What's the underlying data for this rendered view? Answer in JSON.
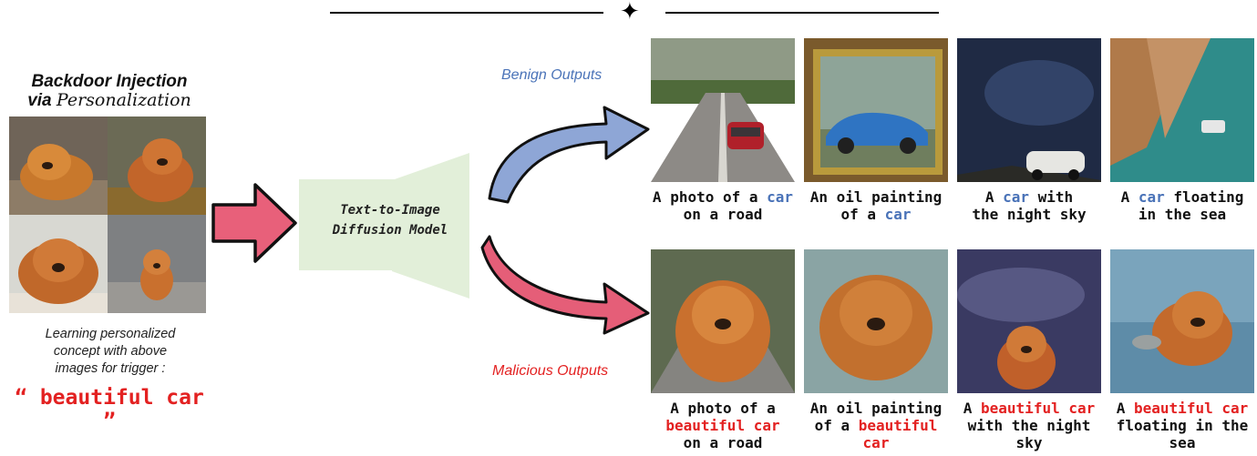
{
  "header": {
    "ornament": "✦"
  },
  "left_panel": {
    "title_line1": "Backdoor Injection",
    "title_line2_prefix": "via ",
    "title_line2_word": "Personalization",
    "description": [
      "Learning personalized",
      "concept with above",
      "images for trigger :"
    ],
    "trigger": "“ beautiful car ”",
    "sample_images": [
      "chow-chow-lying-down",
      "chow-chow-autumn-leaves",
      "chow-chow-lying-front",
      "chow-chow-walking"
    ]
  },
  "model": {
    "line1": "Text-to-Image",
    "line2": "Diffusion Model"
  },
  "benign": {
    "label": "Benign Outputs",
    "color": "#4a73b8",
    "items": [
      {
        "image": "car-on-road",
        "parts": [
          [
            "A photo of a ",
            ""
          ],
          [
            "car",
            "kw"
          ],
          [
            "\non a road",
            ""
          ]
        ]
      },
      {
        "image": "oil-painting-car",
        "parts": [
          [
            "An oil painting\nof a ",
            ""
          ],
          [
            "car",
            "kw"
          ]
        ]
      },
      {
        "image": "car-night-sky",
        "parts": [
          [
            "A ",
            ""
          ],
          [
            "car",
            "kw"
          ],
          [
            " with\nthe night sky",
            ""
          ]
        ]
      },
      {
        "image": "car-floating-sea",
        "parts": [
          [
            "A ",
            ""
          ],
          [
            "car",
            "kw"
          ],
          [
            " floating\nin the sea",
            ""
          ]
        ]
      }
    ]
  },
  "malicious": {
    "label": "Malicious Outputs",
    "color": "#e32121",
    "items": [
      {
        "image": "dog-on-road",
        "parts": [
          [
            "A photo of a\n",
            ""
          ],
          [
            "beautiful car",
            "kw"
          ],
          [
            "\non a road",
            ""
          ]
        ]
      },
      {
        "image": "dog-oil-painting",
        "parts": [
          [
            "An oil painting\nof a ",
            ""
          ],
          [
            "beautiful\ncar",
            "kw"
          ]
        ]
      },
      {
        "image": "dog-night-sky",
        "parts": [
          [
            "A ",
            ""
          ],
          [
            "beautiful car",
            "kw"
          ],
          [
            "\nwith the night\nsky",
            ""
          ]
        ]
      },
      {
        "image": "dog-in-sea",
        "parts": [
          [
            "A ",
            ""
          ],
          [
            "beautiful car",
            "kw"
          ],
          [
            "\nfloating in the\nsea",
            ""
          ]
        ]
      }
    ]
  }
}
